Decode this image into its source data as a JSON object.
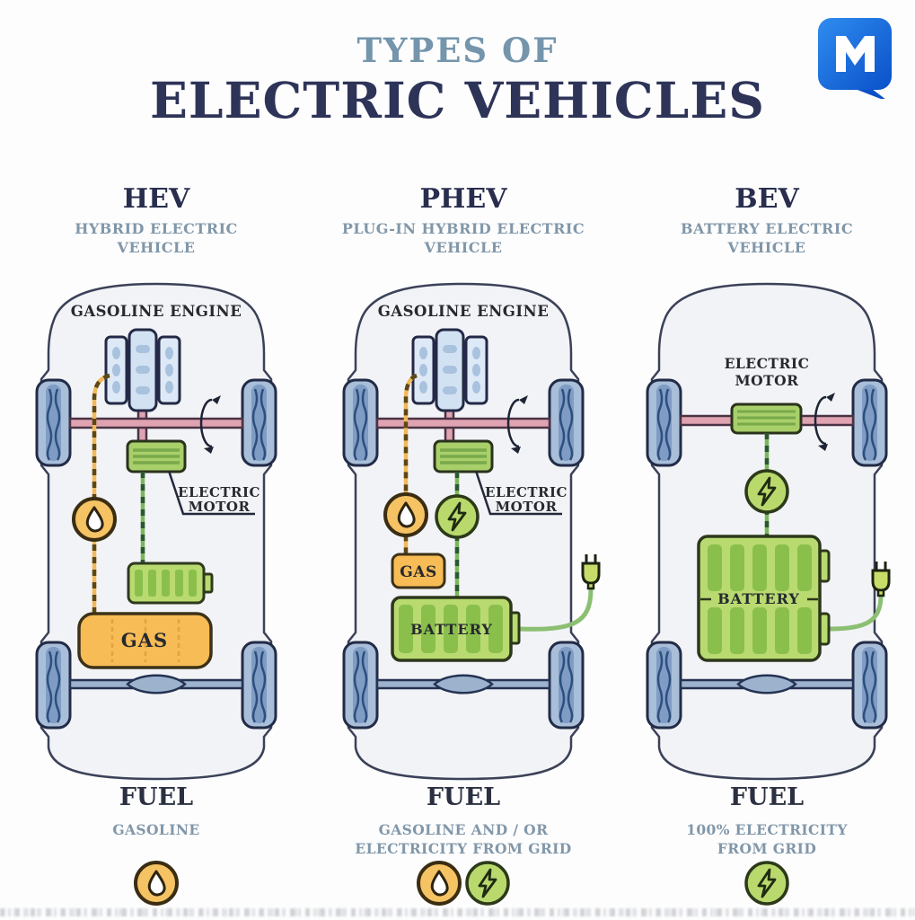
{
  "header": {
    "title_top": "TYPES OF",
    "title_main": "ELECTRIC VEHICLES"
  },
  "logo": {
    "letter": "M",
    "shape": "blue-speech-bubble-square",
    "color": "#1a6ee3"
  },
  "columns": [
    {
      "acronym": "HEV",
      "full_name": "HYBRID ELECTRIC\nVEHICLE",
      "labels": {
        "engine": "GASOLINE ENGINE",
        "motor_line1": "ELECTRIC",
        "motor_line2": "MOTOR",
        "gas": "GAS"
      },
      "fuel": {
        "heading": "FUEL",
        "description": "GASOLINE",
        "icons": [
          "fuel-drop-icon"
        ]
      }
    },
    {
      "acronym": "PHEV",
      "full_name": "PLUG-IN HYBRID ELECTRIC\nVEHICLE",
      "labels": {
        "engine": "GASOLINE ENGINE",
        "motor_line1": "ELECTRIC",
        "motor_line2": "MOTOR",
        "gas": "GAS",
        "battery": "BATTERY"
      },
      "fuel": {
        "heading": "FUEL",
        "description": "GASOLINE AND / OR\nELECTRICITY FROM GRID",
        "icons": [
          "fuel-drop-icon",
          "electricity-bolt-icon"
        ]
      }
    },
    {
      "acronym": "BEV",
      "full_name": "BATTERY ELECTRIC\nVEHICLE",
      "labels": {
        "motor_line1": "ELECTRIC",
        "motor_line2": "MOTOR",
        "battery": "BATTERY"
      },
      "fuel": {
        "heading": "FUEL",
        "description": "100% ELECTRICITY\nFROM GRID",
        "icons": [
          "electricity-bolt-icon"
        ]
      }
    }
  ],
  "colors": {
    "title_top": "#7495ac",
    "title_main": "#2e3358",
    "subtitle": "#8197a9",
    "accent_green": "#a8cf6a",
    "accent_orange": "#f6bc56",
    "wheel_blue": "#a9bed8",
    "axle_rose": "#dfa3b2",
    "car_body_gray": "#f2f3f6",
    "logo_blue": "#1a6ee3"
  }
}
